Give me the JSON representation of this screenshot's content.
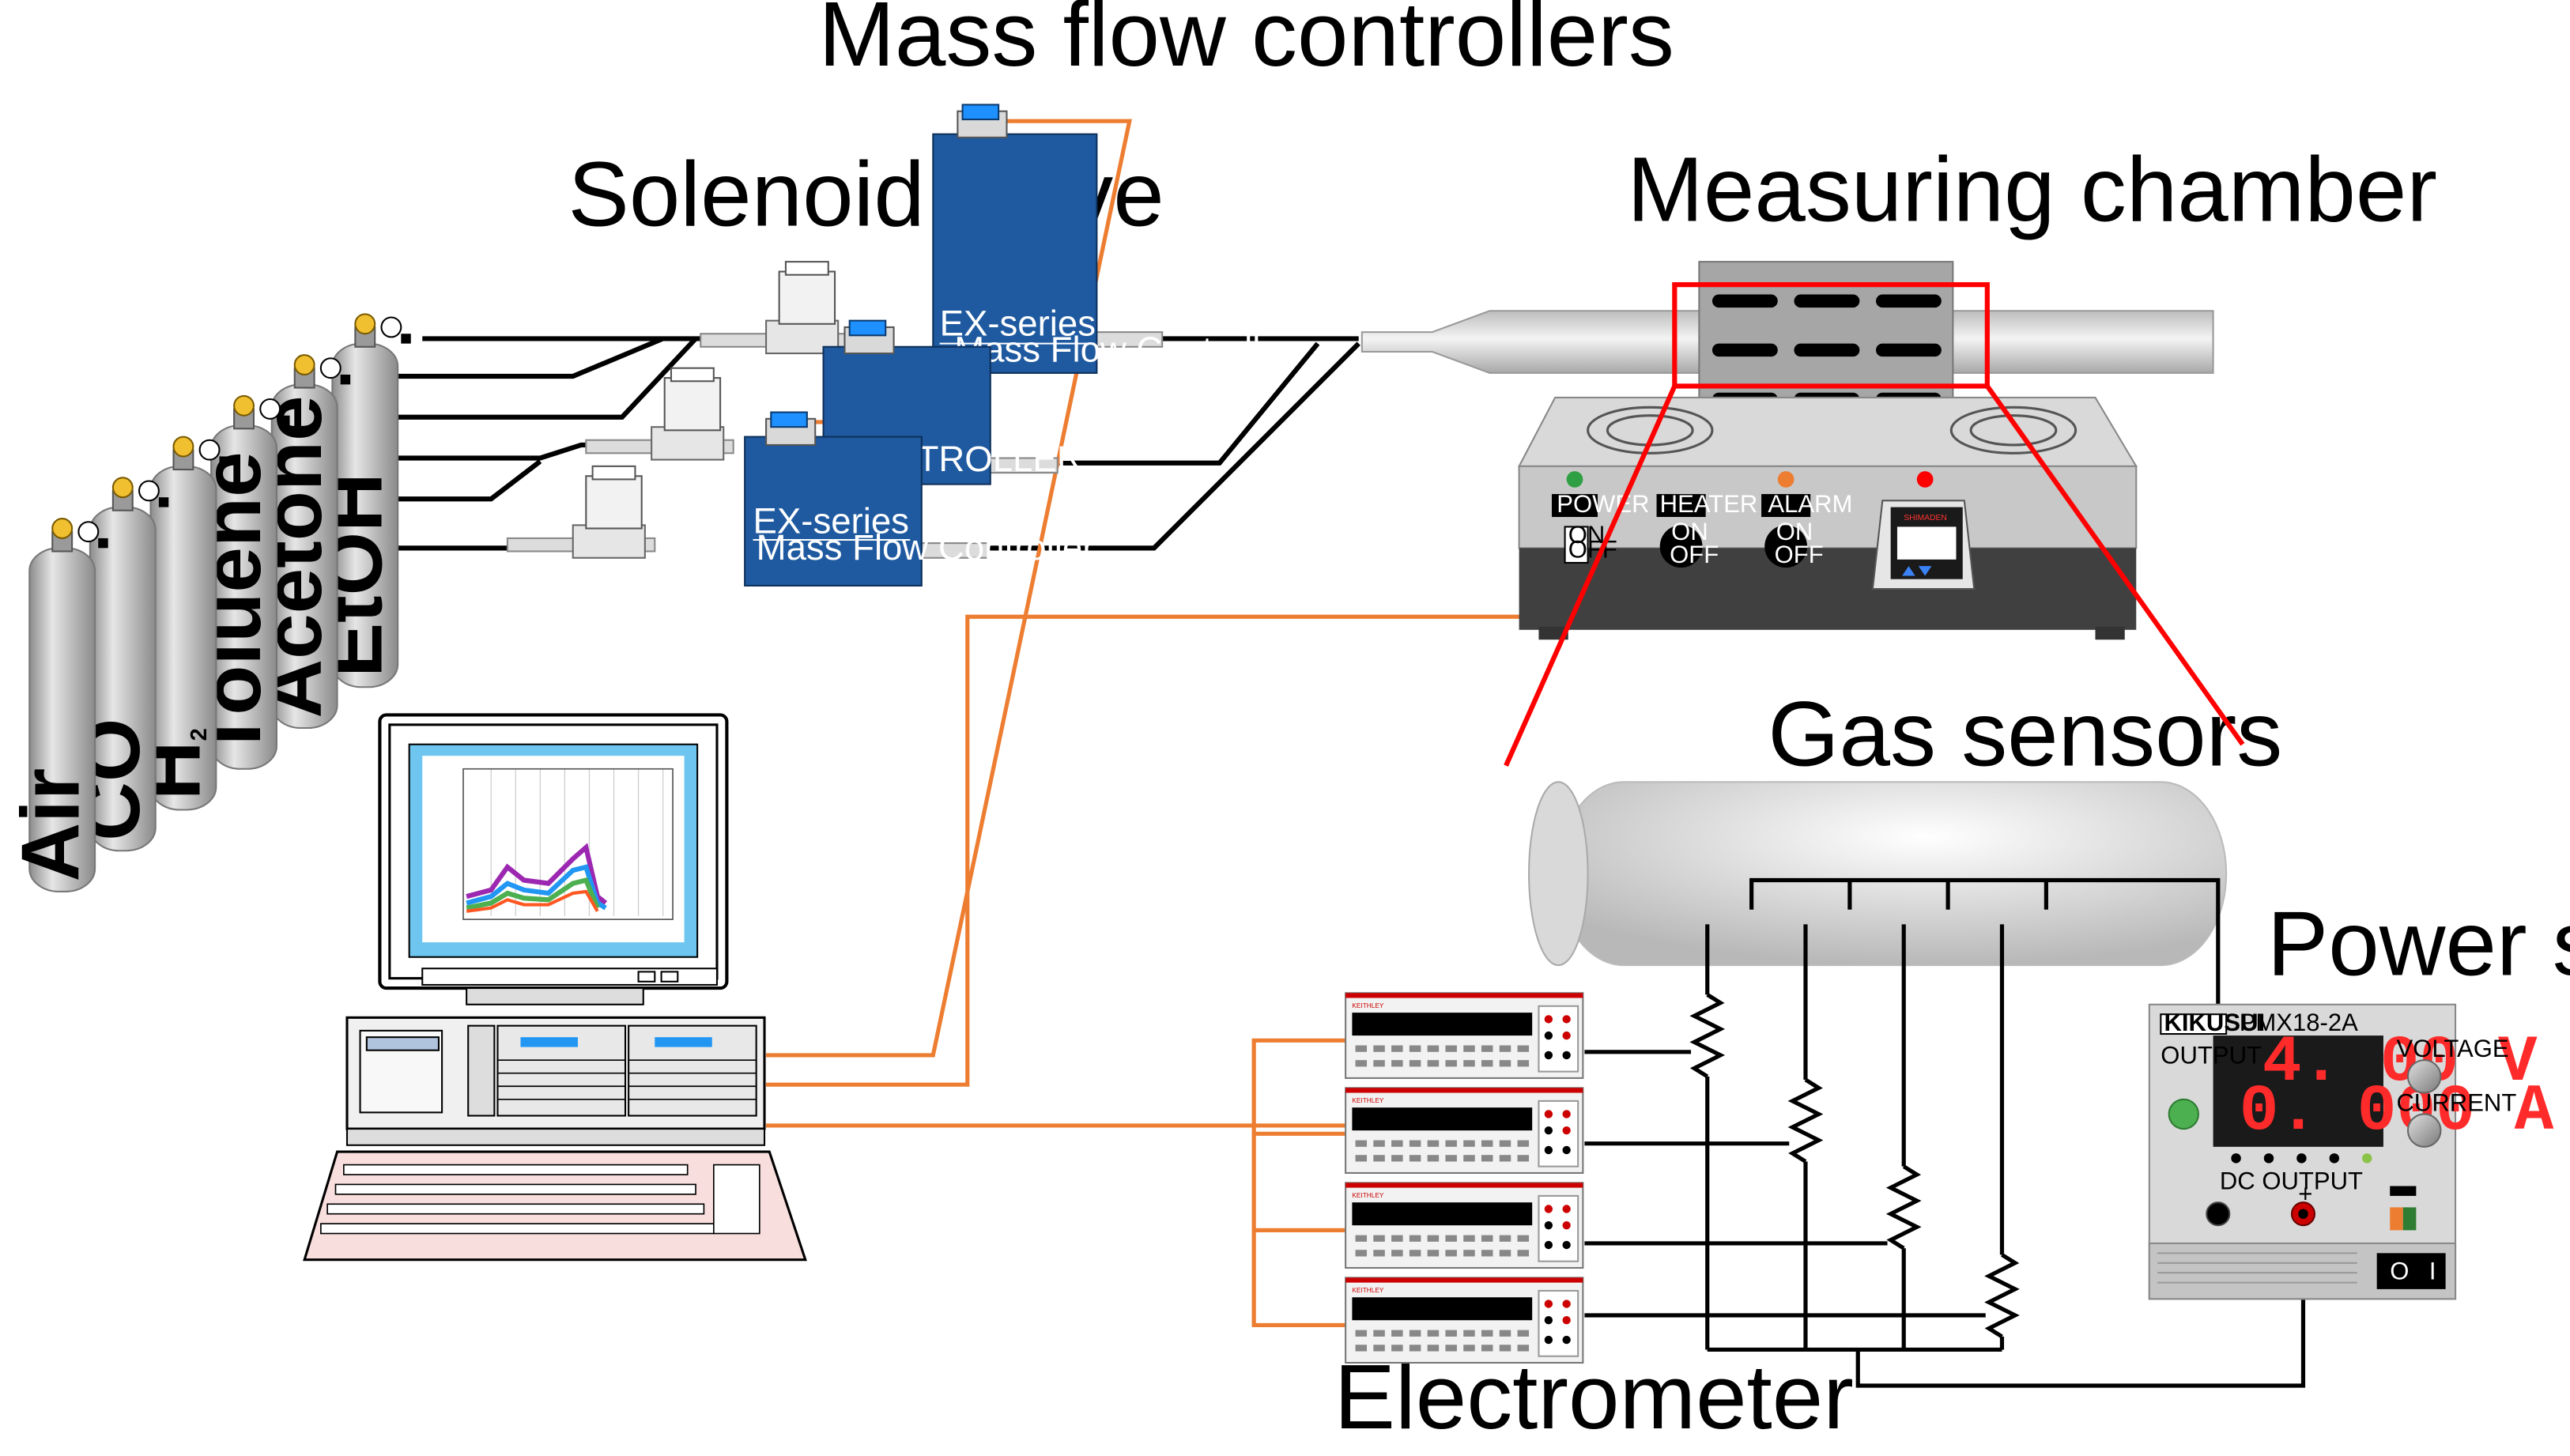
{
  "labels": {
    "mass_flow_controllers": "Mass flow controllers",
    "solenoid_valve": "Solenoid valve",
    "measuring_chamber": "Measuring chamber",
    "gas_sensors": "Gas sensors",
    "power_supply": "Power supply",
    "electrometer": "Electrometer"
  },
  "gas_cylinders": [
    {
      "label": "Air"
    },
    {
      "label": "CO"
    },
    {
      "label": "H",
      "sub": "2"
    },
    {
      "label": "Toluene"
    },
    {
      "label": "Acetone"
    },
    {
      "label": "EtOH"
    }
  ],
  "mfc": {
    "series": "EX-series",
    "subtitle": "Mass Flow Controller",
    "partial_subtitle": "TROLLER"
  },
  "furnace": {
    "power_label": "POWER",
    "heater_label": "HEATER",
    "alarm_label": "ALARM",
    "on_label": "ON",
    "off_label": "OFF",
    "controller_brand": "SHIMADEN"
  },
  "power_supply": {
    "brand": "KIKUSUI",
    "model": "PMX18-2A",
    "voltage_display": "4. 00 V",
    "current_display": "0. 000 A",
    "output_label": "OUTPUT",
    "voltage_knob_label": "VOLTAGE",
    "current_knob_label": "CURRENT",
    "dc_output_label": "DC OUTPUT",
    "plus_label": "+",
    "switch_off": "O",
    "switch_on": "I"
  },
  "electrometer": {
    "brand": "KEITHLEY",
    "count": 4
  },
  "colors": {
    "signal_wire": "#ed7d31",
    "highlight": "#ff0000",
    "mfc_blue": "#1f5aa0",
    "cylinder_grey": "#b9b9b9",
    "display_red": "#ff2a2a"
  },
  "icons": [
    "gas-cylinder-icon",
    "solenoid-valve-icon",
    "mass-flow-controller-icon",
    "tube-furnace-icon",
    "computer-icon",
    "multimeter-icon",
    "power-supply-icon",
    "resistor-icon"
  ]
}
